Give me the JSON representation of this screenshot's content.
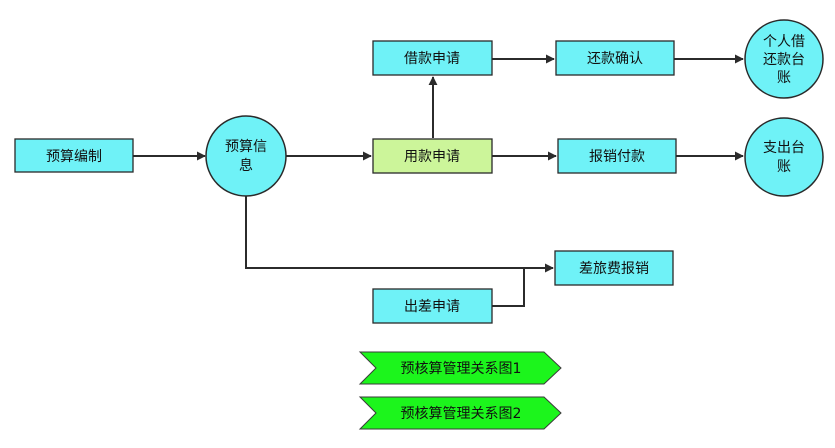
{
  "colors": {
    "box_fill": "#6ff2f7",
    "highlight_fill": "#ccf59a",
    "link_fill": "#1cf51c",
    "line": "#2b2b2b"
  },
  "nodes": {
    "budget_compile": "预算编制",
    "budget_info": [
      "预算信",
      "息"
    ],
    "loan_apply": "借款申请",
    "repay_confirm": "还款确认",
    "personal_ledger": [
      "个人借",
      "还款台",
      "账"
    ],
    "usage_apply": "用款申请",
    "reimburse_pay": "报销付款",
    "expense_ledger": [
      "支出台",
      "账"
    ],
    "travel_reimburse": "差旅费报销",
    "trip_apply": "出差申请"
  },
  "links": {
    "diagram1": "预核算管理关系图1",
    "diagram2": "预核算管理关系图2"
  }
}
